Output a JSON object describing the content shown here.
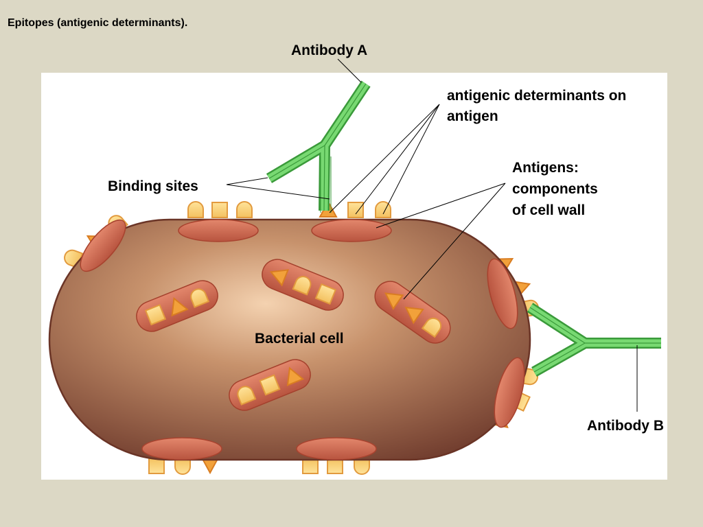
{
  "title": "Epitopes (antigenic determinants).",
  "labels": {
    "antibody_a": "Antibody A",
    "antigenic_determinants_line1": "antigenic determinants on",
    "antigenic_determinants_line2": "antigen",
    "antigens_line1": "Antigens:",
    "antigens_line2": "components",
    "antigens_line3": "of cell wall",
    "binding_sites": "Binding sites",
    "bacterial_cell": "Bacterial cell",
    "antibody_b": "Antibody B"
  },
  "colors": {
    "background": "#dcd8c5",
    "panel": "#ffffff",
    "cell_body": "#9a6548",
    "antigen_patch": "#cf6a50",
    "epitope": "#f2b45a",
    "antibody": "#5fcf5a"
  }
}
